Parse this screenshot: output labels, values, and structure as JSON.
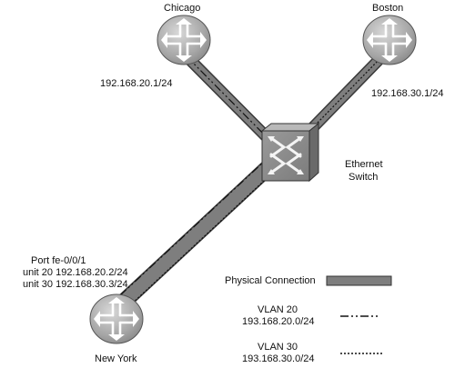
{
  "nodes": {
    "chicago": {
      "label": "Chicago",
      "ip": "192.168.20.1/24"
    },
    "boston": {
      "label": "Boston",
      "ip": "192.168.30.1/24"
    },
    "new_york": {
      "label": "New York",
      "port": "Port fe-0/0/1",
      "unit20": "unit 20 192.168.20.2/24",
      "unit30": "unit 30 192.168.30.3/24"
    },
    "switch": {
      "line1": "Ethernet",
      "line2": "Switch"
    }
  },
  "legend": {
    "physical": "Physical Connection",
    "vlan20": {
      "name": "VLAN 20",
      "subnet": "193.168.20.0/24"
    },
    "vlan30": {
      "name": "VLAN 30",
      "subnet": "193.168.30.0/24"
    }
  },
  "colors": {
    "link": "#7a7a7a",
    "link_edge": "#3a3a3a",
    "router": "#a8a8a8",
    "switch": "#8e8e8e"
  }
}
